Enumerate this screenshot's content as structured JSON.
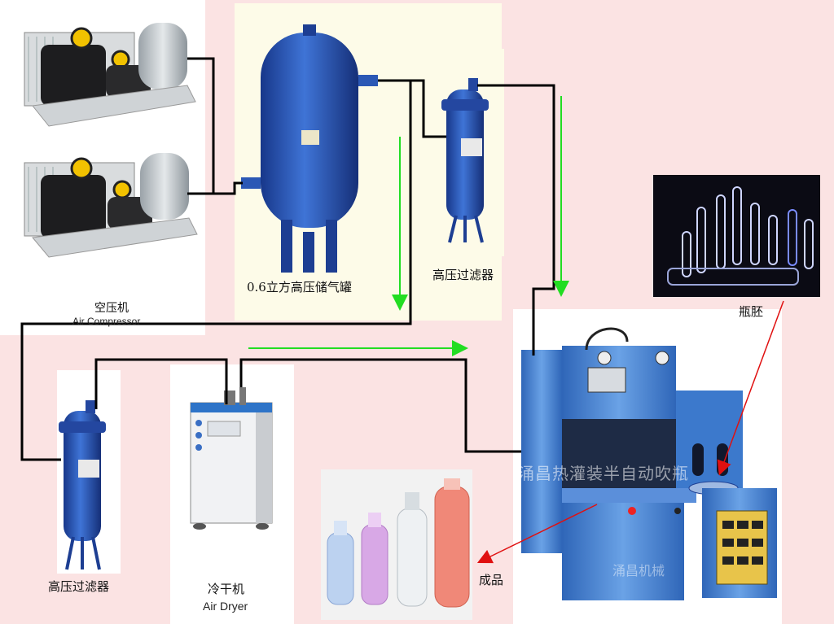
{
  "labels": {
    "compressor_cn": "空压机",
    "compressor_en": "Air Compressor",
    "tank": "0.6立方高压储气罐",
    "filter_top": "高压过滤器",
    "filter_bottom": "高压过滤器",
    "dryer_cn": "冷干机",
    "dryer_en": "Air Dryer",
    "preforms": "瓶胚",
    "finished": "成品",
    "machine_watermark": "涌昌热灌装半自动吹瓶",
    "machine_brand": "涌昌机械"
  },
  "colors": {
    "background": "#fbe3e3",
    "pipe": "#000000",
    "flow_arrow": "#22dd22",
    "pointer_arrow": "#e01010",
    "equipment_blue": "#1f4fa8",
    "machine_blue": "#3a78c8"
  }
}
